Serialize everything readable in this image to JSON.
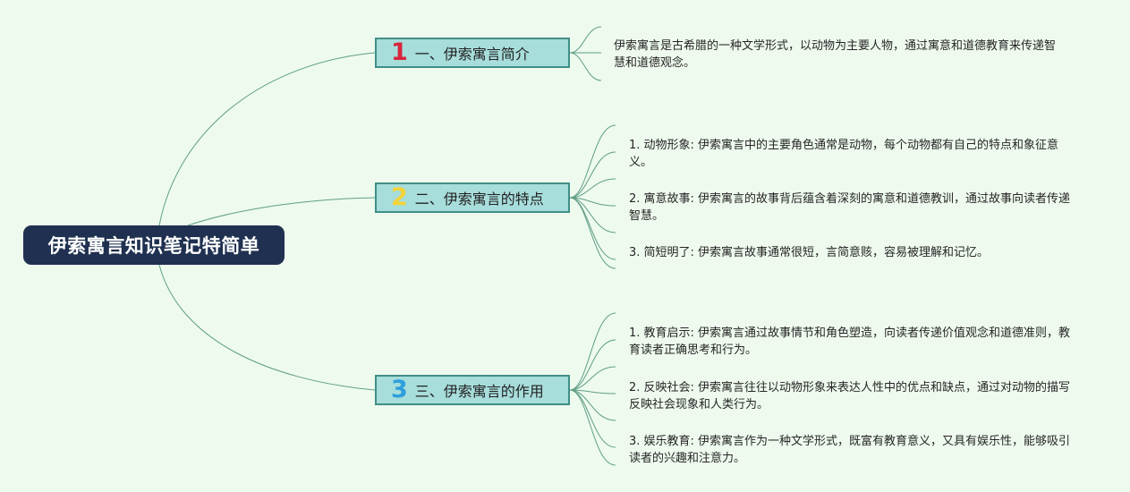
{
  "root": {
    "title": "伊索寓言知识笔记特简单"
  },
  "topics": [
    {
      "number": "1",
      "number_color": "#d9263d",
      "label": "一、伊索寓言简介",
      "leaves": [
        "伊索寓言是古希腊的一种文学形式，以动物为主要人物，通过寓意和道德教育来传递智慧和道德观念。"
      ]
    },
    {
      "number": "2",
      "number_color": "#f2d33a",
      "label": "二、伊索寓言的特点",
      "leaves": [
        "1. 动物形象: 伊索寓言中的主要角色通常是动物，每个动物都有自己的特点和象征意义。",
        "2. 寓意故事: 伊索寓言的故事背后蕴含着深刻的寓意和道德教训，通过故事向读者传递智慧。",
        "3. 简短明了: 伊索寓言故事通常很短，言简意赅，容易被理解和记忆。"
      ]
    },
    {
      "number": "3",
      "number_color": "#2e9fdc",
      "label": "三、伊索寓言的作用",
      "leaves": [
        "1. 教育启示: 伊索寓言通过故事情节和角色塑造，向读者传递价值观念和道德准则，教育读者正确思考和行为。",
        "2. 反映社会: 伊索寓言往往以动物形象来表达人性中的优点和缺点，通过对动物的描写反映社会现象和人类行为。",
        "3. 娱乐教育: 伊索寓言作为一种文学形式，既富有教育意义，又具有娱乐性，能够吸引读者的兴趣和注意力。"
      ]
    }
  ],
  "colors": {
    "background": "#eefaee",
    "root_fill": "#1f3050",
    "topic_fill": "#a7dddb",
    "topic_border": "#3f8f86",
    "connector": "#5f9e86"
  }
}
